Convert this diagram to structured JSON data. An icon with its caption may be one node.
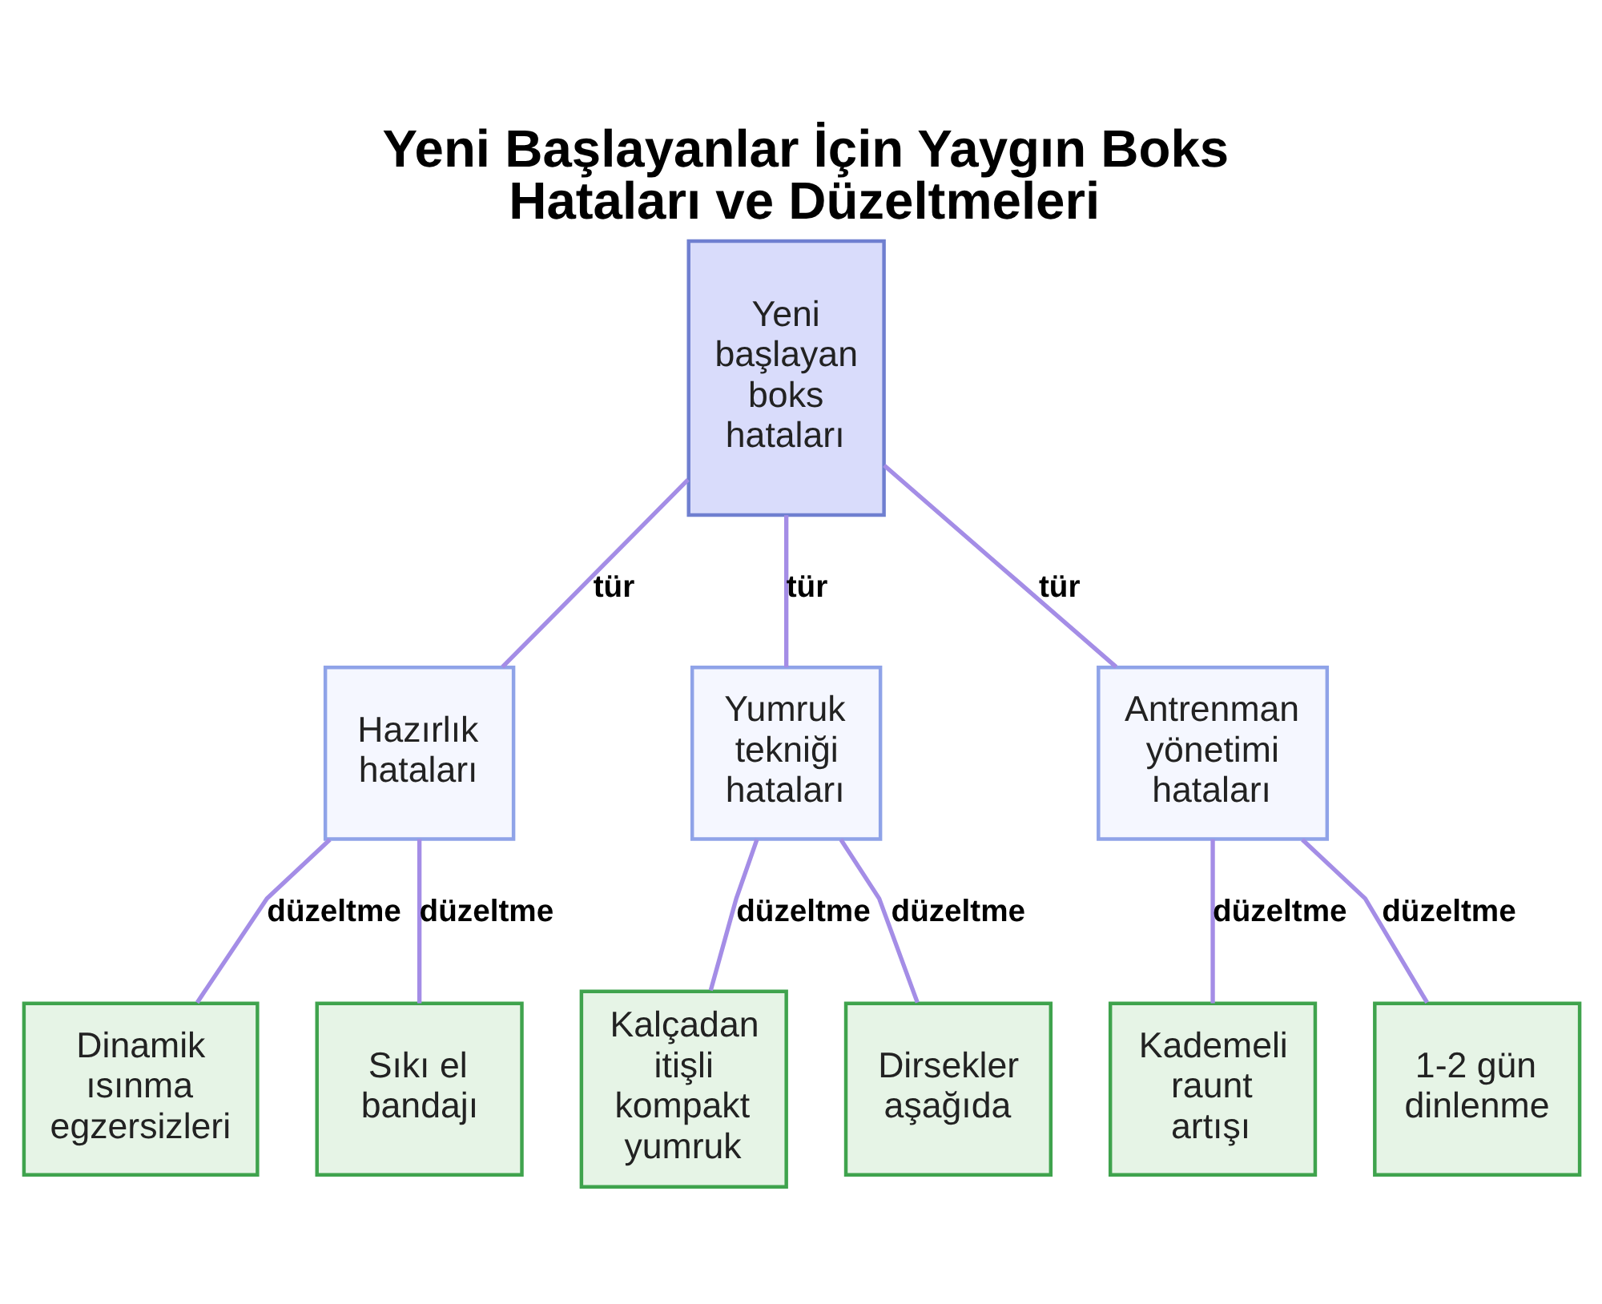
{
  "diagram": {
    "title": "Yeni Başlayanlar İçin Yaygın Boks Hataları ve Düzeltmeleri",
    "nodes": [
      {
        "text": [
          "Yeni başlayan boks hataları"
        ]
      },
      {
        "text": [
          "Hazırlık hataları"
        ]
      },
      {
        "text": [
          "Yumruk tekniği hataları"
        ]
      },
      {
        "text": [
          "Antrenman yönetimi hataları"
        ]
      },
      {
        "text": [
          "Dinamik ısınma egzersizleri"
        ]
      },
      {
        "text": [
          "Sıkı el bandajı"
        ]
      },
      {
        "text": [
          "Kalçadan itişli kompakt yumruk"
        ]
      },
      {
        "text": [
          "Dirsekler aşağıda"
        ]
      },
      {
        "text": [
          "Kademeli raunt artışı"
        ]
      },
      {
        "text": [
          "1-2 gün dinlenme"
        ]
      }
    ],
    "edges": [
      {
        "from": 0,
        "to": 1,
        "arrow": "none",
        "label": "tür"
      },
      {
        "from": 0,
        "to": 2,
        "arrow": "none",
        "label": "tür"
      },
      {
        "from": 0,
        "to": 3,
        "arrow": "none",
        "label": "tür"
      },
      {
        "from": 1,
        "to": 4,
        "arrow": "none",
        "label": "düzeltme"
      },
      {
        "from": 1,
        "to": 5,
        "arrow": "none",
        "label": "düzeltme"
      },
      {
        "from": 2,
        "to": 6,
        "arrow": "none",
        "label": "düzeltme"
      },
      {
        "from": 2,
        "to": 7,
        "arrow": "none",
        "label": "düzeltme"
      },
      {
        "from": 3,
        "to": 8,
        "arrow": "none",
        "label": "düzeltme"
      },
      {
        "from": 3,
        "to": 9,
        "arrow": "none",
        "label": "düzeltme"
      }
    ]
  }
}
